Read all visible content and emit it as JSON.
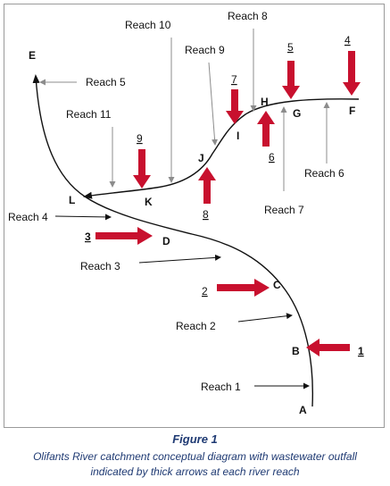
{
  "nodes": {
    "A": "A",
    "B": "B",
    "C": "C",
    "D": "D",
    "E": "E",
    "F": "F",
    "G": "G",
    "H": "H",
    "I": "I",
    "J": "J",
    "K": "K",
    "L": "L"
  },
  "reaches": {
    "r1": "Reach 1",
    "r2": "Reach 2",
    "r3": "Reach 3",
    "r4": "Reach 4",
    "r5": "Reach 5",
    "r6": "Reach 6",
    "r7": "Reach 7",
    "r8": "Reach 8",
    "r9": "Reach 9",
    "r10": "Reach 10",
    "r11": "Reach 11"
  },
  "outfalls": {
    "o1": "1",
    "o2": "2",
    "o3": "3",
    "o4": "4",
    "o5": "5",
    "o6": "6",
    "o7": "7",
    "o8": "8",
    "o9": "9"
  },
  "caption": {
    "title": "Figure 1",
    "line1": "Olifants River catchment conceptual diagram with wastewater outfall",
    "line2": "indicated by thick arrows at each river reach"
  },
  "colors": {
    "outfall_arrow": "#c8102e",
    "river": "#111111",
    "pointer": "#8c8c8c",
    "caption": "#1f3a73"
  }
}
